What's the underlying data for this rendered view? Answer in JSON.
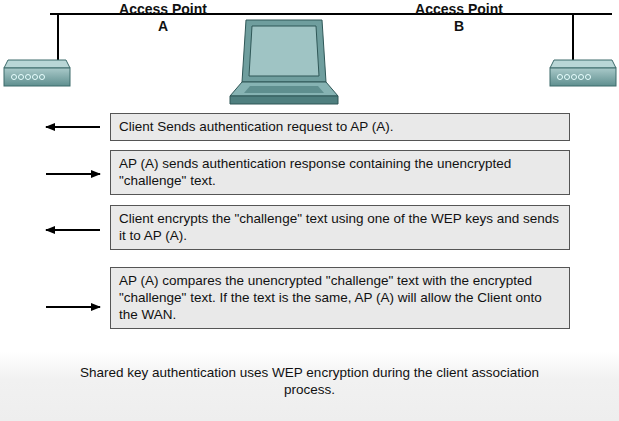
{
  "diagram": {
    "caption": "Shared key authentication uses WEP encryption during the client association process.",
    "nodes": [
      {
        "text": [
          "Client Sends authentication request to AP (A)."
        ]
      },
      {
        "text": [
          "AP (A) sends authentication response containing the unencrypted \"challenge\" text."
        ]
      },
      {
        "text": [
          "Client encrypts the \"challenge\" text using one of the WEP keys and sends it to AP (A)."
        ]
      },
      {
        "text": [
          "AP (A) compares the unencrypted \"challenge\" text with the encrypted \"challenge\" text. If the text is the same, AP (A) will allow the Client onto the WAN."
        ]
      }
    ],
    "labels": [
      "Access Point A",
      "Access Point B"
    ]
  }
}
